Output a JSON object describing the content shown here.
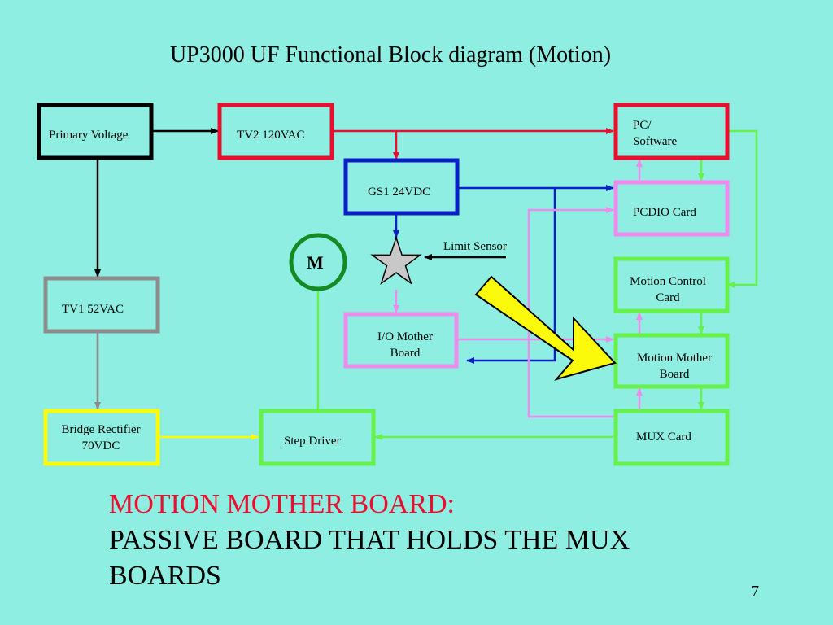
{
  "title": "UP3000 UF Functional Block diagram (Motion)",
  "colors": {
    "background": "#8feee2",
    "black": "#000000",
    "red": "#e8102e",
    "blue": "#0a1fc8",
    "pink": "#ee8cee",
    "green": "#66f24a",
    "gray": "#8c8c8c",
    "yellow": "#fafa0a",
    "motor_green": "#138a22",
    "callout_red": "#e8102e"
  },
  "blocks": {
    "primary_voltage": "Primary Voltage",
    "tv2": "TV2 120VAC",
    "pc_software": "PC/\nSoftware",
    "gs1": "GS1 24VDC",
    "pcdio": "PCDIO Card",
    "limit_sensor": "Limit Sensor",
    "motor": "M",
    "motion_control": "Motion Control\nCard",
    "tv1": "TV1 52VAC",
    "io_mother": "I/O Mother\nBoard",
    "motion_mother": "Motion Mother\nBoard",
    "bridge_rectifier": "Bridge Rectifier\n70VDC",
    "step_driver": "Step Driver",
    "mux_card": "MUX Card"
  },
  "callout": {
    "heading": "MOTION MOTHER BOARD:",
    "line1": "PASSIVE BOARD THAT HOLDS THE MUX",
    "line2": "BOARDS"
  },
  "page_number": "7"
}
